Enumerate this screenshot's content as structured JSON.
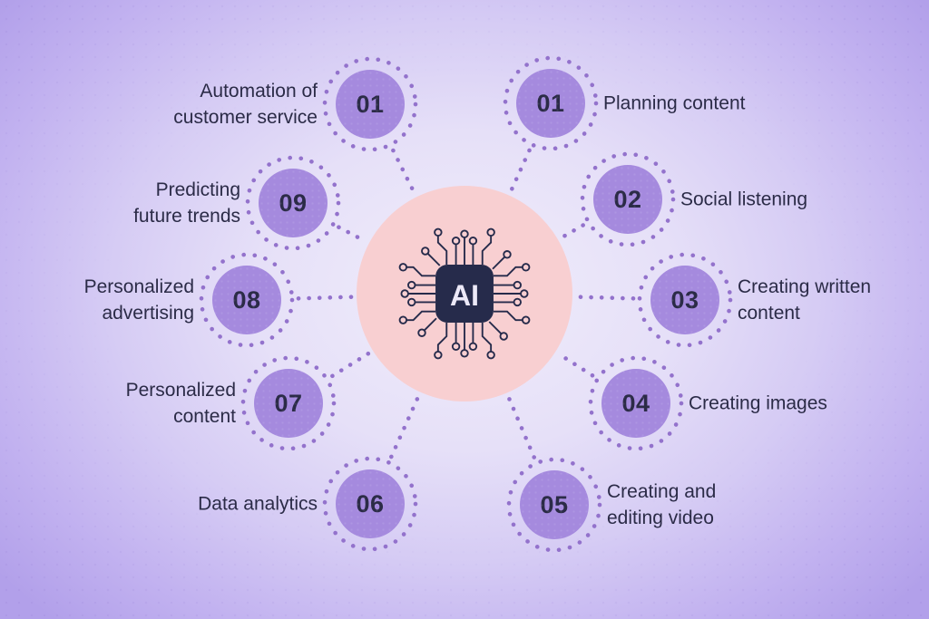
{
  "title": "AI uses in marketing infographic",
  "center": {
    "label": "AI",
    "icon": "ai-chip-icon"
  },
  "nodes": [
    {
      "number": "01",
      "lines": [
        "Automation of",
        "customer service"
      ],
      "side": "left"
    },
    {
      "number": "09",
      "lines": [
        "Predicting",
        "future trends"
      ],
      "side": "left"
    },
    {
      "number": "08",
      "lines": [
        "Personalized",
        "advertising"
      ],
      "side": "left"
    },
    {
      "number": "07",
      "lines": [
        "Personalized",
        "content"
      ],
      "side": "left"
    },
    {
      "number": "06",
      "lines": [
        "Data analytics"
      ],
      "side": "left"
    },
    {
      "number": "01",
      "lines": [
        "Planning content"
      ],
      "side": "right"
    },
    {
      "number": "02",
      "lines": [
        "Social listening"
      ],
      "side": "right"
    },
    {
      "number": "03",
      "lines": [
        "Creating written",
        "content"
      ],
      "side": "right"
    },
    {
      "number": "04",
      "lines": [
        "Creating images"
      ],
      "side": "right"
    },
    {
      "number": "05",
      "lines": [
        "Creating and",
        "editing video"
      ],
      "side": "right"
    }
  ],
  "colors": {
    "background_center": "#f0edfb",
    "background_edge": "#b2a0ea",
    "node_fill": "#a58ade",
    "dot": "#9372cc",
    "text": "#2b2b47",
    "hub_pink": "#f8cfd1",
    "chip_navy": "#262b4b",
    "chip_text": "#ece9f8"
  }
}
